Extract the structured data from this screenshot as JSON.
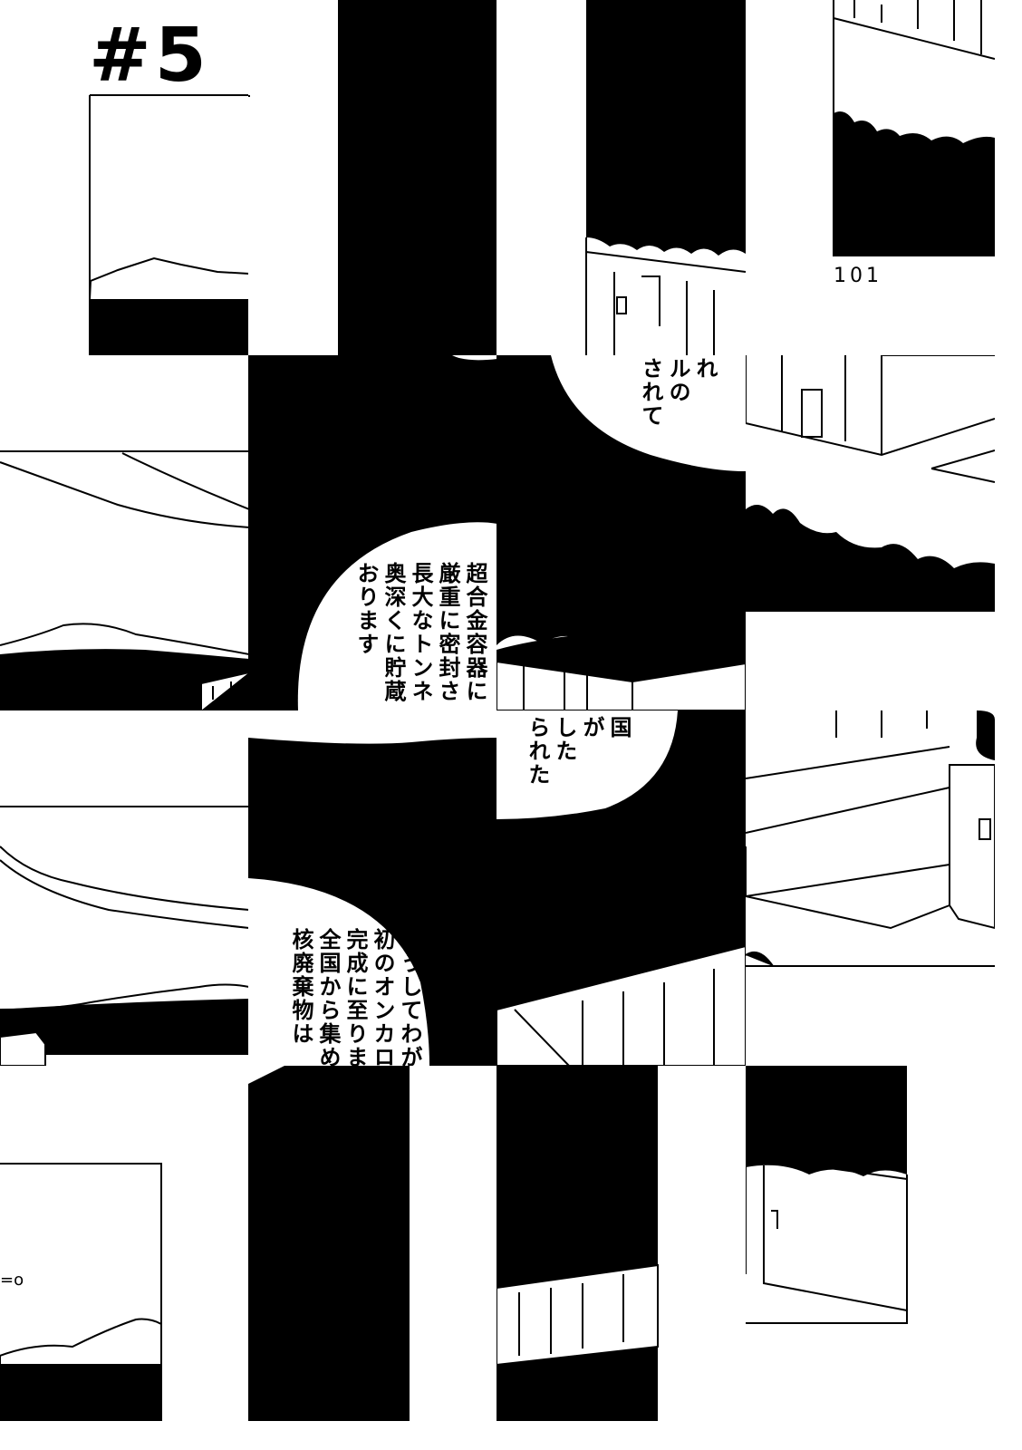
{
  "puzzle": {
    "chapter_label": "#5",
    "page_number": "101",
    "grid": {
      "rows": 4,
      "cols": 4
    },
    "bubbles": {
      "tile_r1c1": [
        "超合金容器に",
        "厳重に密封さ",
        "長大なトンネ",
        "奥深くに貯蔵",
        "おります"
      ],
      "tile_r1c2": [
        "れ",
        "ルの",
        "されて"
      ],
      "tile_r2c1": [
        "こうしてわが",
        "初のオンカロ",
        "完成に至りま",
        "全国から集め",
        "核廃棄物は"
      ],
      "tile_r2c2": [
        "国",
        "が",
        "した",
        "られた"
      ]
    }
  }
}
